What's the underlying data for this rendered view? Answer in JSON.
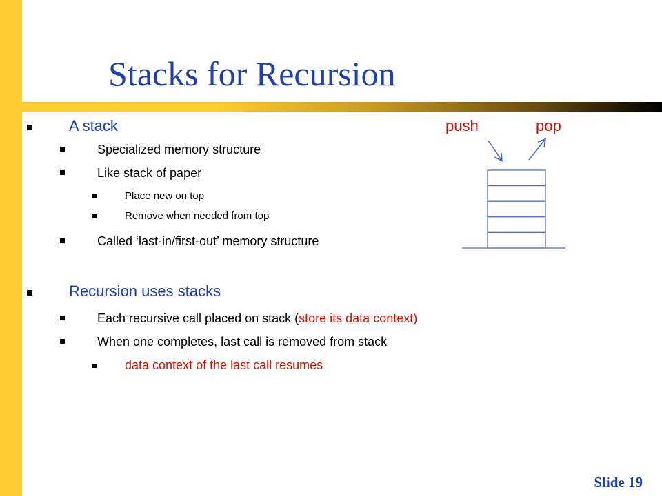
{
  "title": "Stacks for Recursion",
  "bullets": {
    "a_stack": "A stack",
    "specialized": "Specialized memory structure",
    "like_paper": "Like stack of paper",
    "place_new": "Place new on top",
    "remove_when": "Remove when needed from top",
    "called_lifo": "Called ‘last-in/first-out’ memory structure",
    "recursion_uses": "Recursion uses stacks",
    "each_call_prefix": "Each recursive call placed on stack (",
    "each_call_red": "store its data context)",
    "when_one": "When one completes, last call is removed from stack",
    "data_context": "data context of the last call resumes"
  },
  "diagram": {
    "push_label": "push",
    "pop_label": "pop",
    "stack_cells": 5
  },
  "footer": {
    "slide_number": "Slide 19"
  },
  "colors": {
    "accent_bar": "#ffcc33",
    "title": "#1f3fb0",
    "highlight": "#cc1100"
  }
}
